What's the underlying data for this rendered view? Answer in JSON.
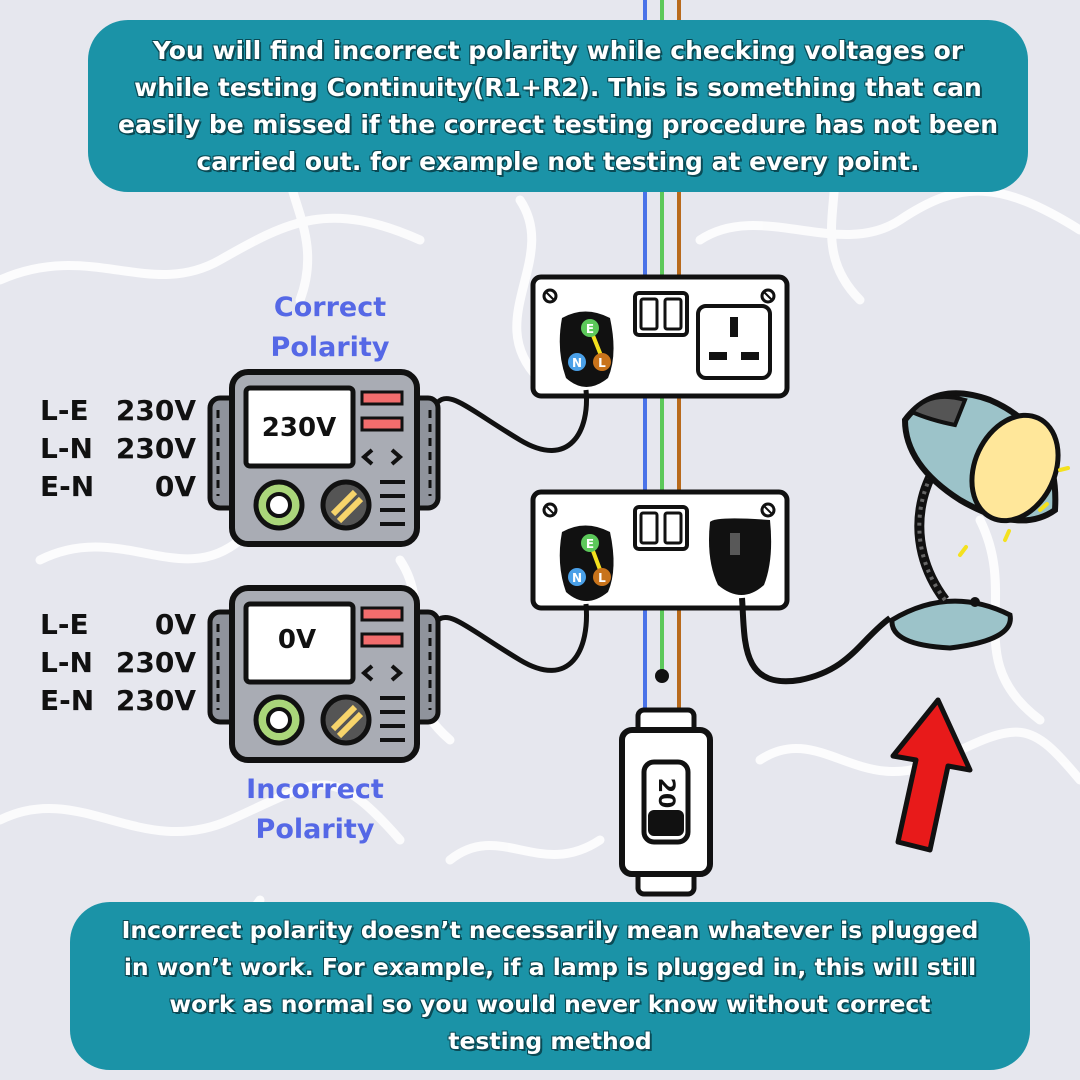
{
  "top_note": {
    "lines": [
      "You will find incorrect polarity while checking voltages or",
      "while testing Continuity(R1+R2). This is something that can",
      "easily be missed if the correct testing procedure has not been",
      "carried out. for example not testing at every point."
    ]
  },
  "bottom_note": {
    "lines": [
      "Incorrect polarity doesn’t necessarily mean whatever is plugged",
      "in won’t work. For example, if a lamp is plugged in, this will still",
      "work as normal so you would never know without correct",
      "testing method"
    ]
  },
  "correct_tester": {
    "title_line1": "Correct",
    "title_line2": "Polarity",
    "screen": "230V",
    "readings": [
      {
        "pair": "L-E",
        "value": "230V"
      },
      {
        "pair": "L-N",
        "value": "230V"
      },
      {
        "pair": "E-N",
        "value": "0V"
      }
    ]
  },
  "incorrect_tester": {
    "title_line1": "Incorrect",
    "title_line2": "Polarity",
    "screen": "0V",
    "readings": [
      {
        "pair": "L-E",
        "value": "0V"
      },
      {
        "pair": "L-N",
        "value": "230V"
      },
      {
        "pair": "E-N",
        "value": "230V"
      }
    ]
  },
  "probe_labels": {
    "earth": "E",
    "neutral": "N",
    "live": "L"
  },
  "breaker": {
    "rating": "20"
  },
  "colors": {
    "bubble": "#1b93a7",
    "label_blue": "#5568e6",
    "wire_blue": "#4a73e8",
    "wire_green": "#5cc85a",
    "wire_brown": "#b86a1c",
    "arrow_red": "#e81a1a",
    "lamp_shade": "#9cc3c9",
    "tester_body": "#a9acb4",
    "indicator_red": "#f26d6d"
  },
  "icons": [
    "multifunction-tester-icon",
    "double-socket-icon",
    "plug-icon",
    "desk-lamp-icon",
    "circuit-breaker-icon",
    "red-arrow-icon"
  ]
}
